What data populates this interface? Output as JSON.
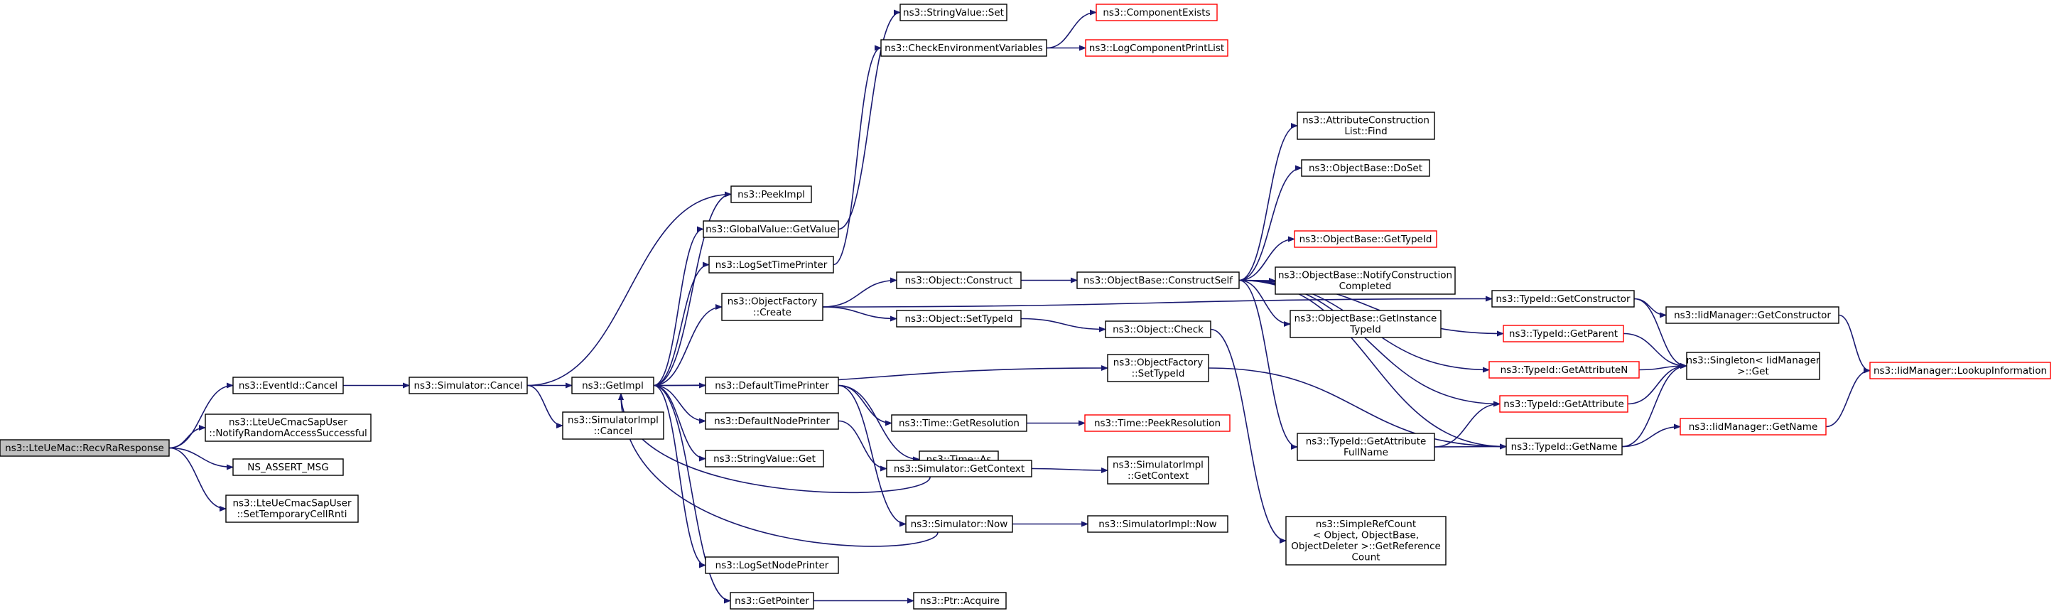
{
  "graph": {
    "edge_color": "#191970",
    "link_border_color": "#ff0000",
    "root_fill": "#bfbfbf",
    "nodes": [
      {
        "id": "root",
        "lines": [
          "ns3::LteUeMac::RecvRaResponse"
        ],
        "style": "root"
      },
      {
        "id": "ev_cancel",
        "lines": [
          "ns3::EventId::Cancel"
        ]
      },
      {
        "id": "notify_ra",
        "lines": [
          "ns3::LteUeCmacSapUser",
          "::NotifyRandomAccessSuccessful"
        ]
      },
      {
        "id": "ns_assert",
        "lines": [
          "NS_ASSERT_MSG"
        ]
      },
      {
        "id": "set_temp",
        "lines": [
          "ns3::LteUeCmacSapUser",
          "::SetTemporaryCellRnti"
        ]
      },
      {
        "id": "sim_cancel",
        "lines": [
          "ns3::Simulator::Cancel"
        ]
      },
      {
        "id": "getimpl",
        "lines": [
          "ns3::GetImpl"
        ]
      },
      {
        "id": "simimpl_cancel",
        "lines": [
          "ns3::SimulatorImpl",
          "::Cancel"
        ]
      },
      {
        "id": "peekimpl",
        "lines": [
          "ns3::PeekImpl"
        ]
      },
      {
        "id": "gv_getvalue",
        "lines": [
          "ns3::GlobalValue::GetValue"
        ]
      },
      {
        "id": "logsettime",
        "lines": [
          "ns3::LogSetTimePrinter"
        ]
      },
      {
        "id": "objfac_create",
        "lines": [
          "ns3::ObjectFactory",
          "::Create"
        ]
      },
      {
        "id": "deftimeprinter",
        "lines": [
          "ns3::DefaultTimePrinter"
        ]
      },
      {
        "id": "defnodeprinter",
        "lines": [
          "ns3::DefaultNodePrinter"
        ]
      },
      {
        "id": "strval_get",
        "lines": [
          "ns3::StringValue::Get"
        ]
      },
      {
        "id": "logsetnode",
        "lines": [
          "ns3::LogSetNodePrinter"
        ]
      },
      {
        "id": "getpointer",
        "lines": [
          "ns3::GetPointer"
        ]
      },
      {
        "id": "strval_set",
        "lines": [
          "ns3::StringValue::Set"
        ]
      },
      {
        "id": "checkenv",
        "lines": [
          "ns3::CheckEnvironmentVariables"
        ]
      },
      {
        "id": "compexists",
        "lines": [
          "ns3::ComponentExists"
        ],
        "style": "red"
      },
      {
        "id": "logcomplist",
        "lines": [
          "ns3::LogComponentPrintList"
        ],
        "style": "red"
      },
      {
        "id": "obj_construct",
        "lines": [
          "ns3::Object::Construct"
        ]
      },
      {
        "id": "obj_settypeid",
        "lines": [
          "ns3::Object::SetTypeId"
        ]
      },
      {
        "id": "time_as",
        "lines": [
          "ns3::Time::As"
        ]
      },
      {
        "id": "time_getres",
        "lines": [
          "ns3::Time::GetResolution"
        ]
      },
      {
        "id": "sim_getctx",
        "lines": [
          "ns3::Simulator::GetContext"
        ]
      },
      {
        "id": "sim_now",
        "lines": [
          "ns3::Simulator::Now"
        ]
      },
      {
        "id": "ptr_acquire",
        "lines": [
          "ns3::Ptr::Acquire"
        ]
      },
      {
        "id": "objbase_cs",
        "lines": [
          "ns3::ObjectBase::ConstructSelf"
        ]
      },
      {
        "id": "obj_check",
        "lines": [
          "ns3::Object::Check"
        ]
      },
      {
        "id": "objfac_settypeid",
        "lines": [
          "ns3::ObjectFactory",
          "::SetTypeId"
        ]
      },
      {
        "id": "time_peekres",
        "lines": [
          "ns3::Time::PeekResolution"
        ],
        "style": "red"
      },
      {
        "id": "simimpl_getctx",
        "lines": [
          "ns3::SimulatorImpl",
          "::GetContext"
        ]
      },
      {
        "id": "simimpl_now",
        "lines": [
          "ns3::SimulatorImpl::Now"
        ]
      },
      {
        "id": "attrcl_find",
        "lines": [
          "ns3::AttributeConstruction",
          "List::Find"
        ]
      },
      {
        "id": "objbase_doset",
        "lines": [
          "ns3::ObjectBase::DoSet"
        ]
      },
      {
        "id": "objbase_gettypeid",
        "lines": [
          "ns3::ObjectBase::GetTypeId"
        ],
        "style": "red"
      },
      {
        "id": "objbase_notify",
        "lines": [
          "ns3::ObjectBase::NotifyConstruction",
          "Completed"
        ]
      },
      {
        "id": "objbase_getinst",
        "lines": [
          "ns3::ObjectBase::GetInstance",
          "TypeId"
        ]
      },
      {
        "id": "typeid_getattrfull",
        "lines": [
          "ns3::TypeId::GetAttribute",
          "FullName"
        ]
      },
      {
        "id": "simplerefcount",
        "lines": [
          "ns3::SimpleRefCount",
          "< Object, ObjectBase,",
          "ObjectDeleter >::GetReference",
          "Count"
        ]
      },
      {
        "id": "typeid_getctor",
        "lines": [
          "ns3::TypeId::GetConstructor"
        ]
      },
      {
        "id": "typeid_getparent",
        "lines": [
          "ns3::TypeId::GetParent"
        ],
        "style": "red"
      },
      {
        "id": "typeid_getattrn",
        "lines": [
          "ns3::TypeId::GetAttributeN"
        ],
        "style": "red"
      },
      {
        "id": "typeid_getattr",
        "lines": [
          "ns3::TypeId::GetAttribute"
        ],
        "style": "red"
      },
      {
        "id": "typeid_getname",
        "lines": [
          "ns3::TypeId::GetName"
        ]
      },
      {
        "id": "iid_getctor",
        "lines": [
          "ns3::IidManager::GetConstructor"
        ]
      },
      {
        "id": "singleton_get",
        "lines": [
          "ns3::Singleton< IidManager",
          ">::Get"
        ]
      },
      {
        "id": "iid_getname",
        "lines": [
          "ns3::IidManager::GetName"
        ],
        "style": "red"
      },
      {
        "id": "iid_lookup",
        "lines": [
          "ns3::IidManager::LookupInformation"
        ],
        "style": "red"
      }
    ]
  }
}
